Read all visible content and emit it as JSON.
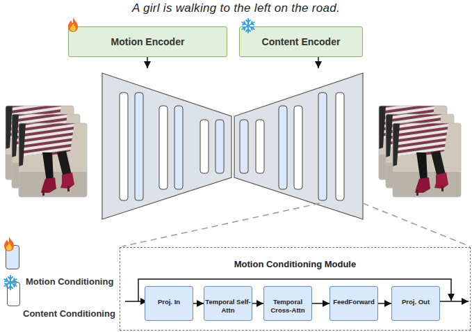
{
  "diagram": {
    "nodes": [
      {
        "text": [
          "Motion Encoder"
        ]
      },
      {
        "text": [
          "Content Encoder"
        ]
      },
      {
        "text": [
          "Motion Conditioning Module"
        ]
      },
      {
        "text": [
          "Proj. In"
        ],
        "in": 2
      },
      {
        "text": [
          "Temporal Self-Attn"
        ],
        "in": 2
      },
      {
        "text": [
          "Temporal Cross-Attn"
        ],
        "in": 2
      },
      {
        "text": [
          "FeedForward"
        ],
        "in": 2
      },
      {
        "text": [
          "Proj. Out"
        ],
        "in": 2
      }
    ],
    "edges": [
      {
        "from": 3,
        "to": 4,
        "arrow": "to"
      },
      {
        "from": 4,
        "to": 5,
        "arrow": "to"
      },
      {
        "from": 5,
        "to": 6,
        "arrow": "to"
      },
      {
        "from": 6,
        "to": 7,
        "arrow": "to"
      }
    ],
    "labels": [
      "A girl is walking to the left on the road."
    ],
    "legend": [
      {
        "text": "Motion Conditioning",
        "color": "#dae8fc"
      },
      {
        "text": "Content Conditioning",
        "color": "#ffffff"
      }
    ]
  }
}
